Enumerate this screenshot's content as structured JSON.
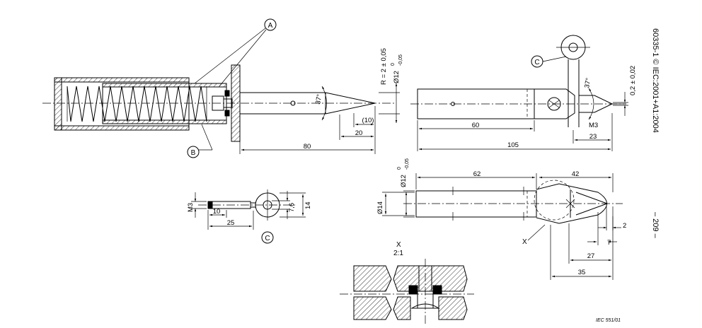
{
  "side_header": "60335-1 © IEC:2001+A1:2004",
  "page_number": "– 209 –",
  "figure_ref": "IEC  551/01",
  "callouts": {
    "A": "A",
    "B": "B",
    "C": "C"
  },
  "detail": {
    "letter": "X",
    "scale": "2:1"
  },
  "dims": {
    "d80": "80",
    "d20": "20",
    "d10p": "(10)",
    "radius": "R = 2 ± 0,05",
    "dia12a": "Ø12",
    "tol12a_up": "0",
    "tol12a_lo": "-0,05",
    "angle37a": "37°",
    "d105": "105",
    "d60": "60",
    "d23": "23",
    "m3a": "M3",
    "angle37b": "37°",
    "tol02": "0,2 ± 0,02",
    "m3b": "M3",
    "d10b": "10",
    "d25": "25",
    "d76": "7,6",
    "d14": "14",
    "d62": "62",
    "d42": "42",
    "dia12b": "Ø12",
    "tol12b_up": "0",
    "tol12b_lo": "-0,05",
    "dia14": "Ø14",
    "d2": "2",
    "d7": "7",
    "d27": "27",
    "d35": "35",
    "xlabel": "X"
  }
}
